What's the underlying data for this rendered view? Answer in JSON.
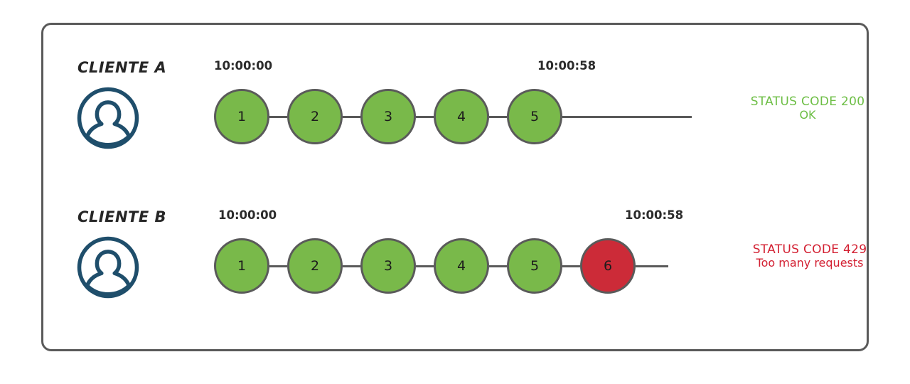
{
  "diagram": {
    "rows": [
      {
        "client_label": "CLIENTE A",
        "avatar_icon": "user-avatar-icon",
        "start_time": "10:00:00",
        "end_time": "10:00:58",
        "nodes": [
          {
            "number": "1",
            "state": "ok"
          },
          {
            "number": "2",
            "state": "ok"
          },
          {
            "number": "3",
            "state": "ok"
          },
          {
            "number": "4",
            "state": "ok"
          },
          {
            "number": "5",
            "state": "ok"
          }
        ],
        "status": {
          "line1": "STATUS CODE 200",
          "line2": "OK",
          "state": "ok"
        }
      },
      {
        "client_label": "CLIENTE B",
        "avatar_icon": "user-avatar-icon",
        "start_time": "10:00:00",
        "end_time": "10:00:58",
        "nodes": [
          {
            "number": "1",
            "state": "ok"
          },
          {
            "number": "2",
            "state": "ok"
          },
          {
            "number": "3",
            "state": "ok"
          },
          {
            "number": "4",
            "state": "ok"
          },
          {
            "number": "5",
            "state": "ok"
          },
          {
            "number": "6",
            "state": "fail"
          }
        ],
        "status": {
          "line1": "STATUS CODE 429",
          "line2": "Too many requests",
          "state": "fail"
        }
      }
    ],
    "colors": {
      "node_ok": "#79b94a",
      "node_fail": "#cc2b38",
      "node_border": "#5a5a5a",
      "status_ok": "#6dbe45",
      "status_fail": "#d32032",
      "avatar": "#1f4e6b",
      "frame_border": "#5a5a5a"
    }
  }
}
